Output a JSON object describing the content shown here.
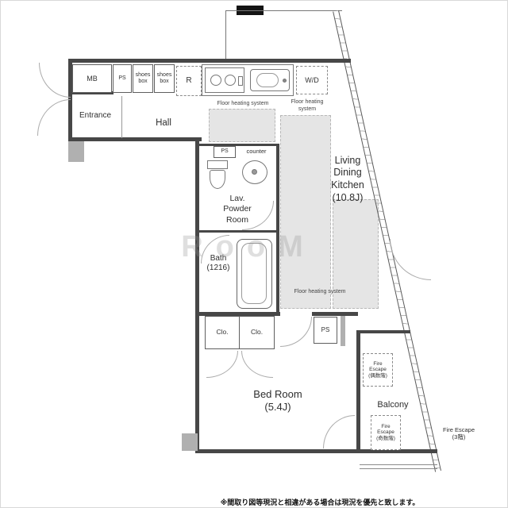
{
  "plan": {
    "rooms": {
      "entrance": "Entrance",
      "hall": "Hall",
      "lav": "Lav.\nPowder\nRoom",
      "bath": "Bath\n(1216)",
      "ldk": "Living\nDining\nKitchen\n(10.8J)",
      "bedroom": "Bed Room\n(5.4J)",
      "balcony": "Balcony"
    },
    "fixtures": {
      "mb": "MB",
      "ps": "PS",
      "shoes_box": "shoes\nbox",
      "refrigerator": "R",
      "washer": "W/D",
      "counter": "counter",
      "closet": "Clo."
    },
    "heating": {
      "label_short": "Floor heating system",
      "label_wrapped": "Floor heating\nsystem"
    },
    "fire_escape": {
      "even": "Fire\nEscape\n(偶数階)",
      "odd": "Fire\nEscape\n(奇数階)",
      "third": "Fire Escape\n(3階)"
    },
    "watermark": "RooM",
    "footnote": "※間取り図等現況と相違がある場合は現況を優先と致します。"
  }
}
